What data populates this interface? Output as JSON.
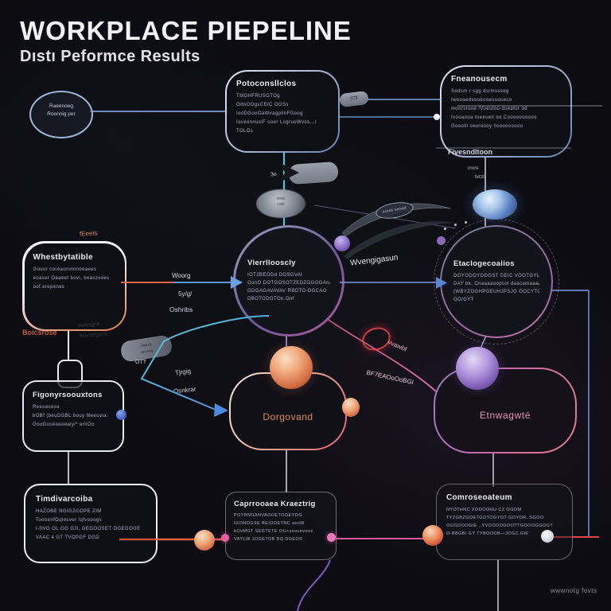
{
  "header": {
    "title": "WORKPLACE PIEPELINE",
    "subtitle": "Dıstı Peformce Results"
  },
  "watermark": "wwwnotg fovts",
  "colors": {
    "accent_orange": "#e0724a",
    "accent_blue": "#6a9ae0",
    "accent_teal": "#52c8d8",
    "accent_pink": "#d85898",
    "accent_purple": "#8a6ac8",
    "accent_red": "#e04848"
  },
  "nodes": {
    "start_ellipse": {
      "line1": "Raeenoeg",
      "line2": "Roonnig per"
    },
    "potoconsllcios": {
      "title": "Potoconsllclos",
      "lines": [
        "TMGHFRUSGTOg",
        "OdnOOgsCEtC OGSs",
        "IooDGooOaWvagpllnFGoog",
        "IoveonnuslF ooer LogruoWvos.../",
        "TOLOs"
      ]
    },
    "fneanousecm": {
      "title": "Fneanousecm",
      "lines": [
        "Sodsm r sgg dsrmssseg",
        "Iwooaedsooeooesooseco",
        "moorsrooe /Voeutoo-dseotor od",
        "Ivooaooa toeeuell oo Coooooooooo",
        "Gooolll seoroooy llooooooooo"
      ]
    },
    "vierrllooscly": {
      "title": "Vierrllooscly",
      "lines": [
        "IOT2BEOGd DOSGVAl",
        "OonO DOTGOSOTZEDZOGOGAnAG",
        "ODGAGAVAVAV RBDTO-DGCAO",
        "DBOTODGTOn.Onf"
      ]
    },
    "etaclogecoaiios": {
      "title": "Etaclogecoaiios",
      "lines": [
        "DOYODOYODGST DEIC VOOTGYLYST",
        "DAY bk, Cnaaaaoopcol daacamaaaa",
        "(WBYZOGHPGEUHJPSJG OOCYTORS",
        "OO/GYT"
      ]
    },
    "whestbytatible": {
      "title": "Whestbytatible",
      "lines": [
        "Gouor coroaonvmnoeaees",
        "eoaser Oaaeet bovi, beavzvoes",
        "oof.erepenes"
      ]
    },
    "figonyr": {
      "title": "Figonyrsoouxtons",
      "lines": [
        "Reeuecese",
        "bOBf (beuDGBL bouy Meeuvia:",
        "OouGuseoeoealy/* erliOo"
      ]
    },
    "dorgovand": {
      "label": "Dorgovand"
    },
    "etnwagwte": {
      "label": "Etnwagwté"
    },
    "timdivarcoiba": {
      "title": "Timdivarcoiba",
      "lines": [
        "HAZOBE NGIGZGOPE ZIM",
        "ToooenfOqlesver Iqfvooogs",
        "I-fIVG OL.GG GJI, GEGOOSET OGEGOGE",
        "VAAC 4 GT TVOPGF DGD"
      ]
    },
    "caprrooaea": {
      "title": "Caprrooaea Kraeztrig",
      "lines": [
        "POYBNGANVAOOETOGEYOG",
        "IGONOGSE BEIOOETNC asoW",
        "bOvMGT SEGTETE OU+seovevoos",
        "VAYLIB JOGETOB BQ DGEOS"
      ]
    },
    "comroseoateum": {
      "title": "Comroseoateum",
      "lines": [
        "NYOTHNC XOOOOHU CZ OGOM",
        "TYZGBZGOETGOTOGYOT-GOYOR..SGOO",
        "OGGOOOGIE ,.YVOOOOGOOTTGOOOGGOGT",
        "O-BBGBI GY TYBOOOB—JOGC.GW"
      ]
    }
  },
  "labels": {
    "feeets": "fEeets",
    "woorg": "Woorg",
    "syg": "5y/g/",
    "oshribs": "Oshribs",
    "wvengigasun": "Wvengigasun",
    "fivesndltoon": "Fivesndltoon",
    "rrwre": "rrwre",
    "tvtzt": "tvtzt",
    "three_o": "3o",
    "clf": "(Clf",
    "boicsrose": "Boicsrose",
    "invesgce": "invesgce",
    "kovvegam": "kovvegam",
    "tjrgig": "Tjrgig",
    "qsnkrar": "Qsnkrar",
    "ott": "OTT",
    "pill_line1": "Jiaasg",
    "pill_line2": "aruaag",
    "cloud_line1": "ovas",
    "cloud_line2": "cvdr",
    "badge": "ocimb oetvad",
    "vvawbf": "vvawbf",
    "bf7": "BF7EAOoOoBGI"
  }
}
